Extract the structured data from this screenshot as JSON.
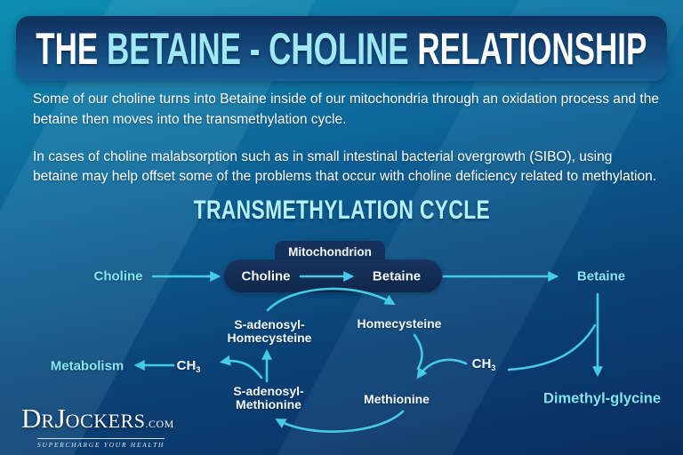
{
  "title": {
    "part1": "THE",
    "part2": "BETAINE - CHOLINE",
    "part3": "RELATIONSHIP"
  },
  "intro": {
    "paragraph1": "Some of our choline turns into Betaine inside of our mitochondria through an oxidation process and the betaine then moves into the transmethylation cycle.",
    "paragraph2": "In cases of choline malabsorption such as in small intestinal bacterial overgrowth (SIBO), using betaine may help offset some of the problems that occur with choline deficiency related to methylation."
  },
  "diagram": {
    "heading": "TRANSMETHYLATION CYCLE",
    "mitochondrion_label": "Mitochondrion",
    "nodes": {
      "choline_input": "Choline",
      "mito_choline": "Choline",
      "mito_betaine": "Betaine",
      "betaine_output": "Betaine",
      "s_adenosyl_homecysteine_line1": "S-adenosyl-",
      "s_adenosyl_homecysteine_line2": "Homecysteine",
      "homecysteine": "Homecysteine",
      "s_adenosyl_methionine_line1": "S-adenosyl-",
      "s_adenosyl_methionine_line2": "Methionine",
      "methionine": "Methionine",
      "metabolism": "Metabolism",
      "ch3_base": "CH",
      "ch3_sub": "3",
      "dimethyl_glycine": "Dimethyl-glycine"
    }
  },
  "branding": {
    "part_d": "D",
    "part_r": "R",
    "part_j": "J",
    "part_ockers": "OCKERS",
    "part_com": ".COM",
    "tagline": "SUPERCHARGE YOUR HEALTH"
  },
  "colors": {
    "background_top": "#0d8fb2",
    "background_bottom": "#0a2d5f",
    "panel_navy": "#14305a",
    "arrow_cyan": "#46cbe6",
    "highlight_cyan": "#9ee9f4",
    "text_white": "#ffffff"
  }
}
